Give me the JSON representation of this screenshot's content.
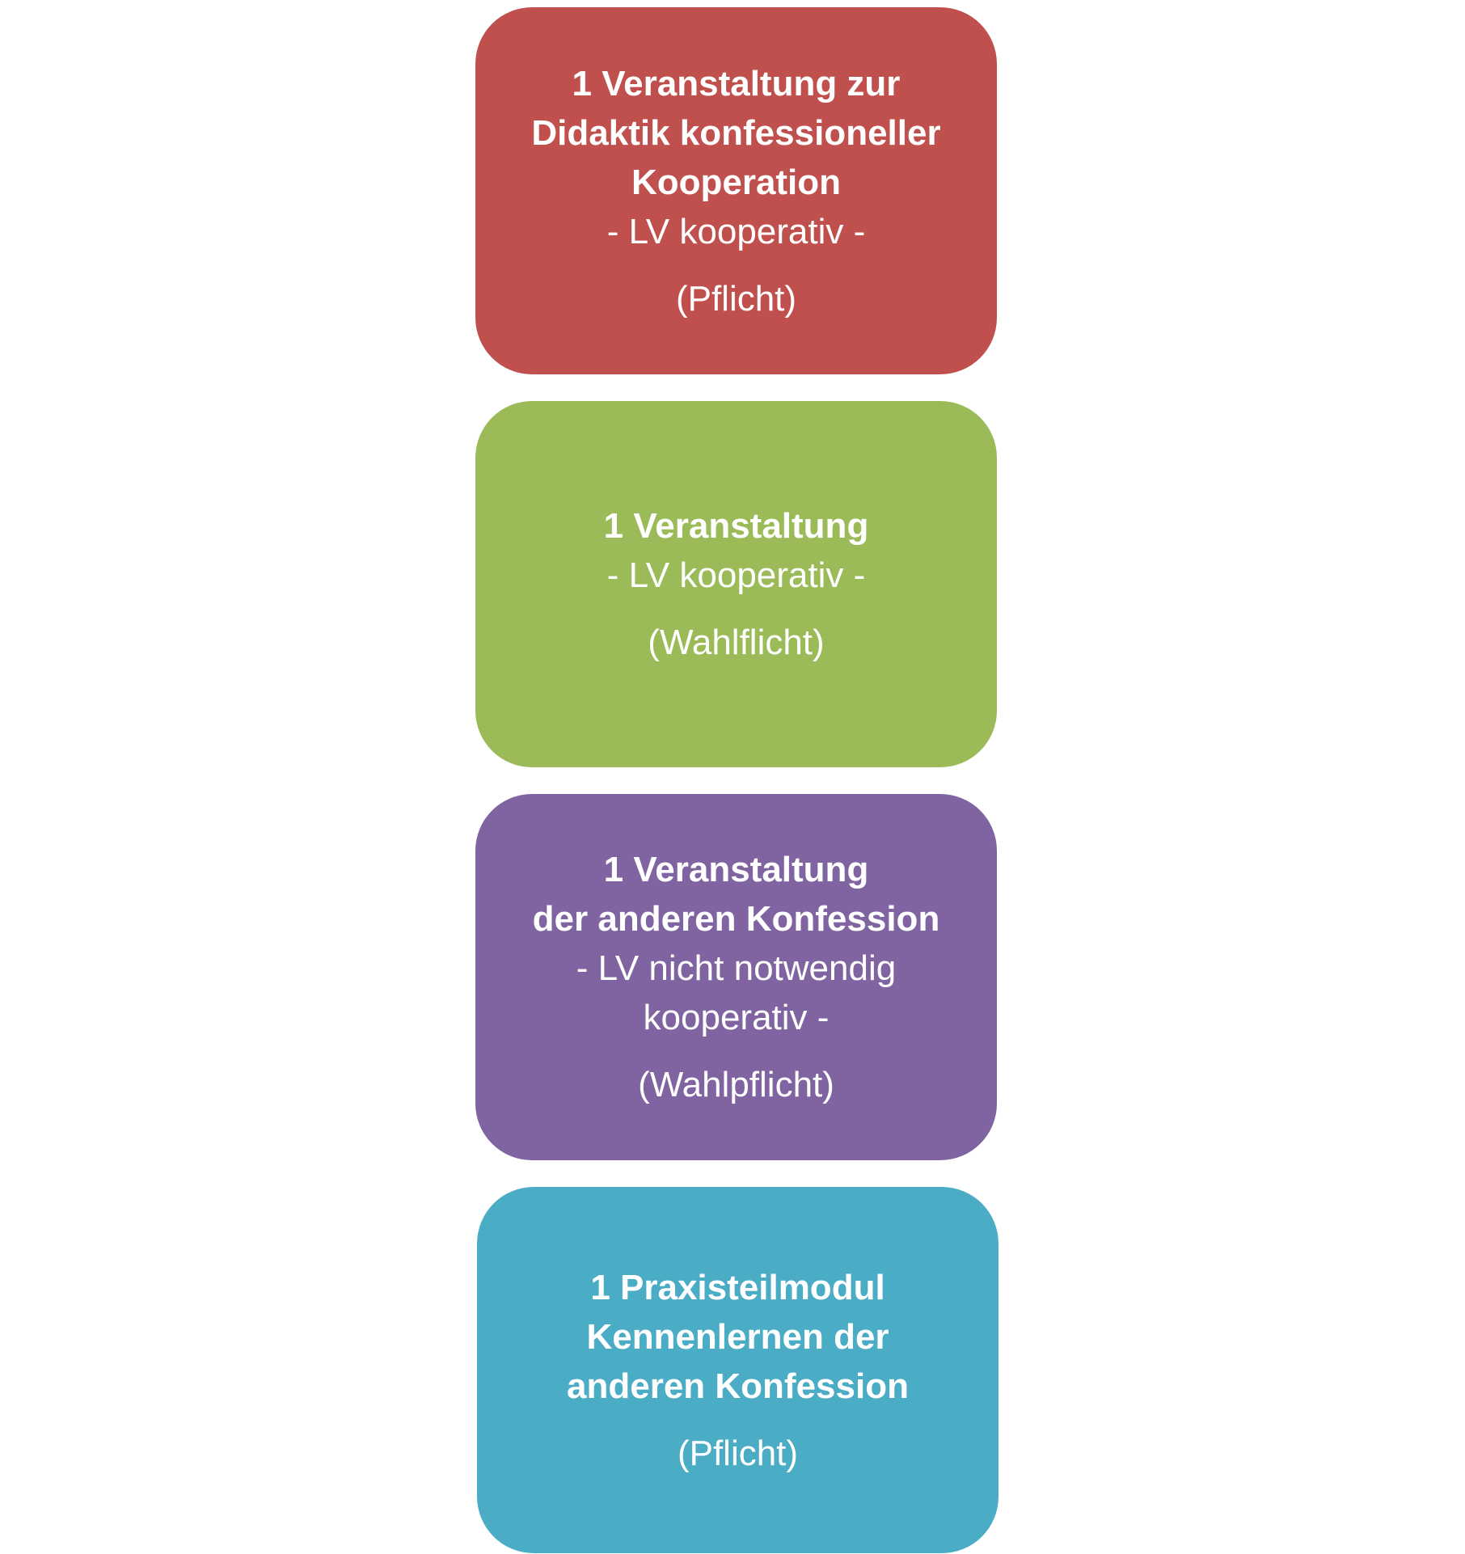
{
  "boxes": [
    {
      "color": "#c0504d",
      "title_lines": [
        "1 Veranstaltung zur",
        "Didaktik konfessioneller",
        "Kooperation"
      ],
      "sub_lines": [
        "- LV kooperativ -"
      ],
      "status": "(Pflicht)"
    },
    {
      "color": "#9bbb59",
      "title_lines": [
        "1 Veranstaltung"
      ],
      "sub_lines": [
        "- LV kooperativ -"
      ],
      "status": "(Wahlflicht)"
    },
    {
      "color": "#8064a2",
      "title_lines": [
        "1 Veranstaltung",
        "der anderen Konfession"
      ],
      "sub_lines": [
        "- LV nicht notwendig",
        "kooperativ -"
      ],
      "status": "(Wahlpflicht)"
    },
    {
      "color": "#4bacc6",
      "title_lines": [
        "1 Praxisteilmodul",
        "Kennenlernen der",
        "anderen Konfession"
      ],
      "sub_lines": [],
      "status": "(Pflicht)"
    }
  ]
}
